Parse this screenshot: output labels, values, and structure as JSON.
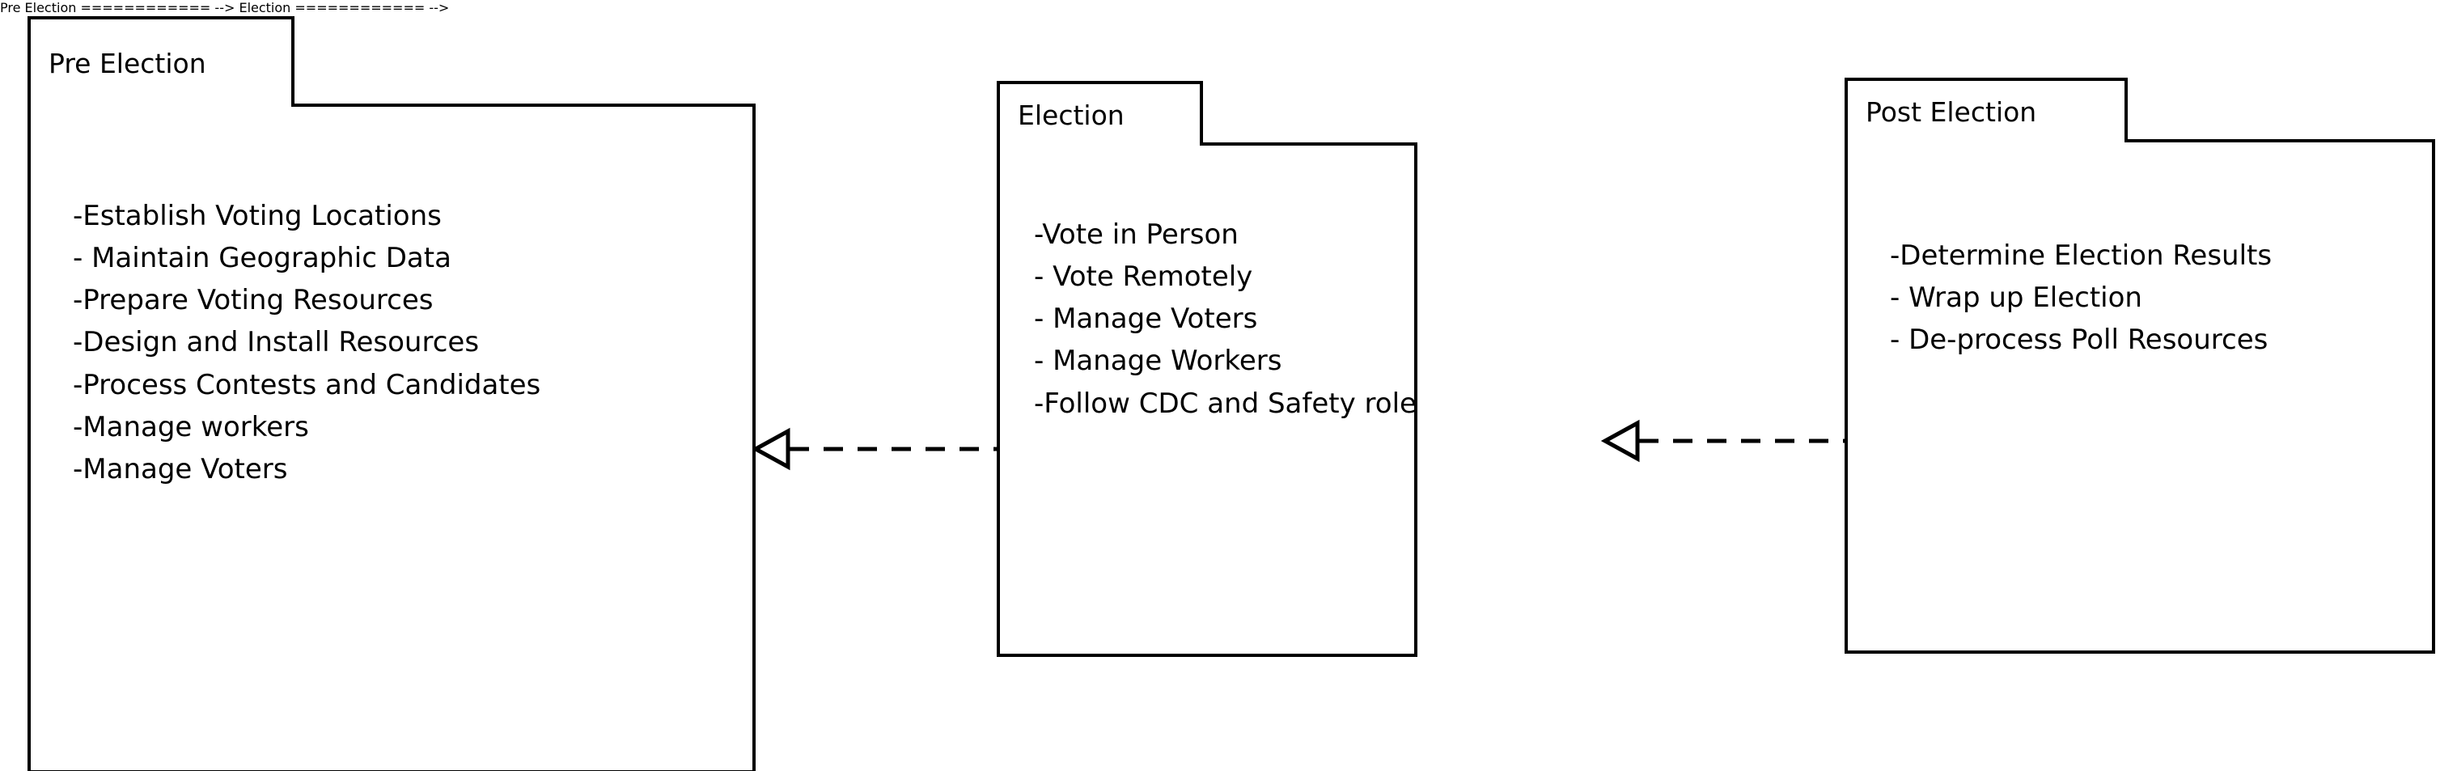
{
  "diagram": {
    "type": "uml-package-diagram",
    "background_color": "#ffffff",
    "stroke_color": "#000000",
    "text_color": "#000000"
  },
  "packages": [
    {
      "id": "pre-election",
      "name": "Pre Election",
      "items": [
        "-Establish Voting Locations",
        "- Maintain Geographic Data",
        "-Prepare Voting Resources",
        "-Design and Install Resources",
        "-Process Contests and Candidates",
        "-Manage workers",
        "-Manage Voters"
      ]
    },
    {
      "id": "election",
      "name": "Election",
      "items": [
        "-Vote in Person",
        "- Vote Remotely",
        "- Manage Voters",
        "- Manage Workers",
        "-Follow CDC and Safety role"
      ]
    },
    {
      "id": "post-election",
      "name": "Post Election",
      "items": [
        "-Determine Election Results",
        "- Wrap up Election",
        "- De-process Poll Resources"
      ]
    }
  ],
  "dependencies": [
    {
      "id": "election-to-pre-election",
      "from": "election",
      "to": "pre-election",
      "line_style": "dashed",
      "arrowhead": "hollow-triangle",
      "direction": "left"
    },
    {
      "id": "post-election-to-election",
      "from": "post-election",
      "to": "election",
      "line_style": "dashed",
      "arrowhead": "hollow-triangle",
      "direction": "left"
    }
  ]
}
